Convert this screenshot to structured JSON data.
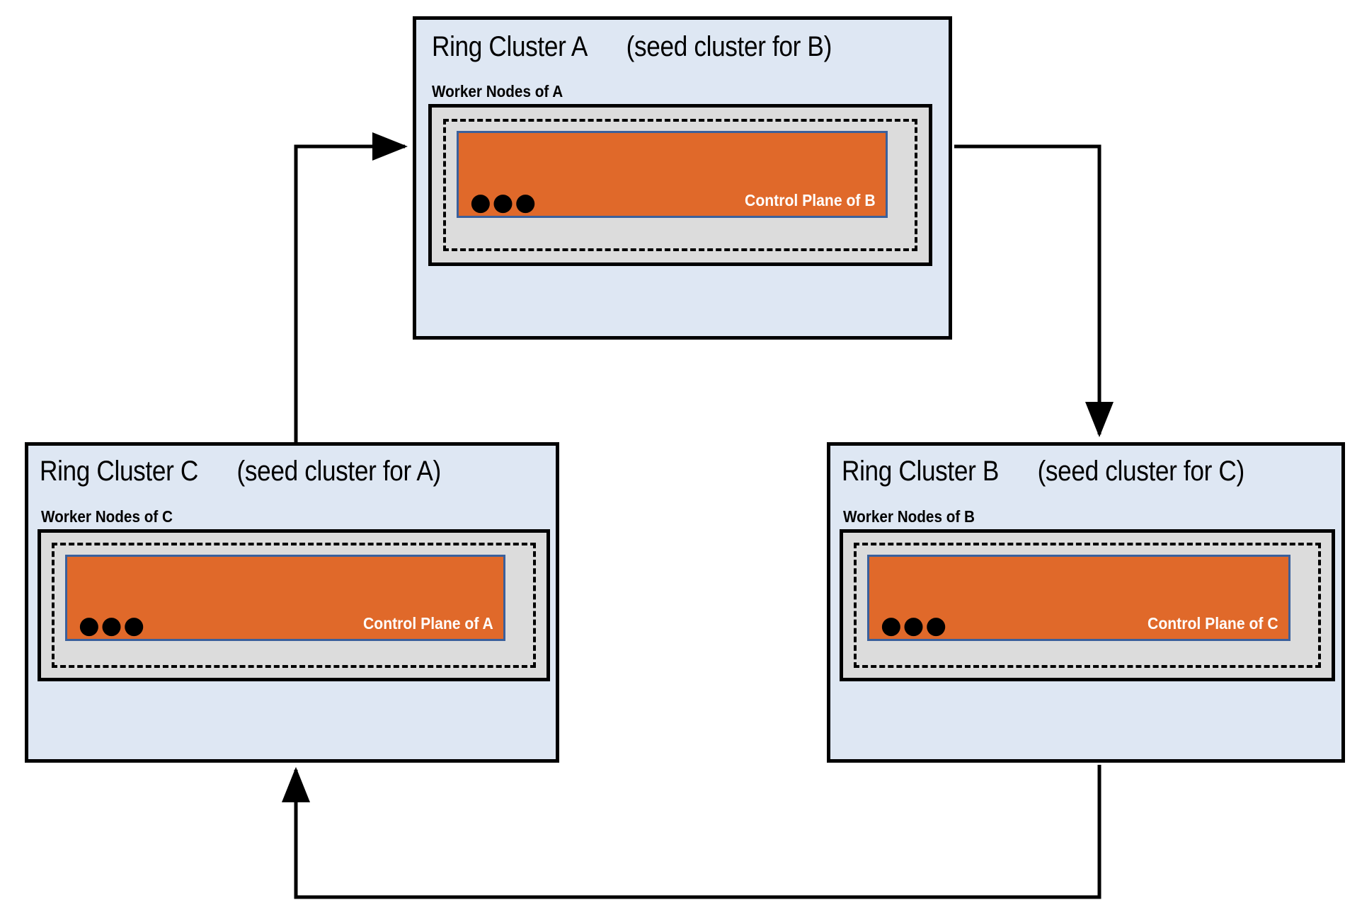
{
  "diagram": {
    "type": "ring-topology",
    "description": "Three ring clusters where each cluster hosts the control plane of the next cluster in the ring",
    "colors": {
      "cluster_background": "#dee7f3",
      "cluster_border": "#000000",
      "worker_node_background": "#dcdcdc",
      "control_plane_fill": "#e0692a",
      "control_plane_border": "#3a609c",
      "control_plane_text": "#ffffff",
      "arrow": "#000000",
      "page_background": "#ffffff"
    },
    "ellipsis": "●●●"
  },
  "clusters": [
    {
      "id": "A",
      "title_main": "Ring Cluster A",
      "title_seed": "(seed cluster for B)",
      "worker_label": "Worker Nodes of A",
      "control_plane_label": "Control Plane of B",
      "ellipsis": "●●●"
    },
    {
      "id": "C",
      "title_main": "Ring Cluster C",
      "title_seed": "(seed cluster for A)",
      "worker_label": "Worker Nodes of C",
      "control_plane_label": "Control Plane of A",
      "ellipsis": "●●●"
    },
    {
      "id": "B",
      "title_main": "Ring Cluster B",
      "title_seed": "(seed cluster for C)",
      "worker_label": "Worker Nodes of B",
      "control_plane_label": "Control Plane of C",
      "ellipsis": "●●●"
    }
  ],
  "connections": [
    {
      "id": "c-to-a",
      "from": "C",
      "to": "A",
      "label": ""
    },
    {
      "id": "a-to-b",
      "from": "A",
      "to": "B",
      "label": ""
    },
    {
      "id": "b-to-c",
      "from": "B",
      "to": "C",
      "label": ""
    }
  ]
}
